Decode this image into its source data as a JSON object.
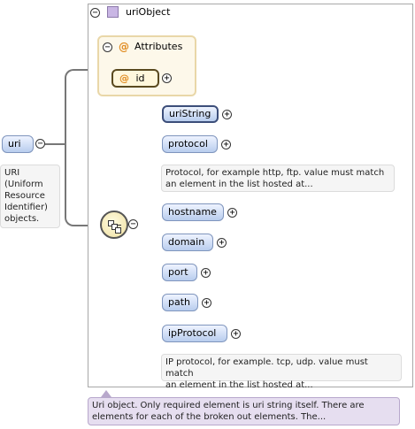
{
  "root": {
    "label": "uri",
    "doc": [
      "URI",
      "(Uniform",
      "Resource",
      "Identifier)",
      "objects."
    ]
  },
  "type_box": {
    "label": "uriObject",
    "attributes_label": "Attributes",
    "attribute_name": "id",
    "doc_lines": [
      "Uri object. Only required element is uri string itself. There are",
      "elements for each of the broken out elements. The..."
    ]
  },
  "elements": [
    {
      "label": "uriString",
      "doc": []
    },
    {
      "label": "protocol",
      "doc": [
        "Protocol, for example http, ftp. value must match",
        "an element in the list hosted at..."
      ]
    },
    {
      "label": "hostname",
      "doc": []
    },
    {
      "label": "domain",
      "doc": []
    },
    {
      "label": "port",
      "doc": []
    },
    {
      "label": "path",
      "doc": []
    },
    {
      "label": "ipProtocol",
      "doc": [
        "IP protocol, for example. tcp, udp. value must match",
        "an element in the list hosted at..."
      ]
    }
  ],
  "symbols": {
    "minus": "−",
    "plus": "+",
    "at": "@"
  },
  "icons": {
    "type": "purple-square-icon",
    "attribute": "at-sign-icon",
    "sequence": "sequence-compositor-icon"
  }
}
